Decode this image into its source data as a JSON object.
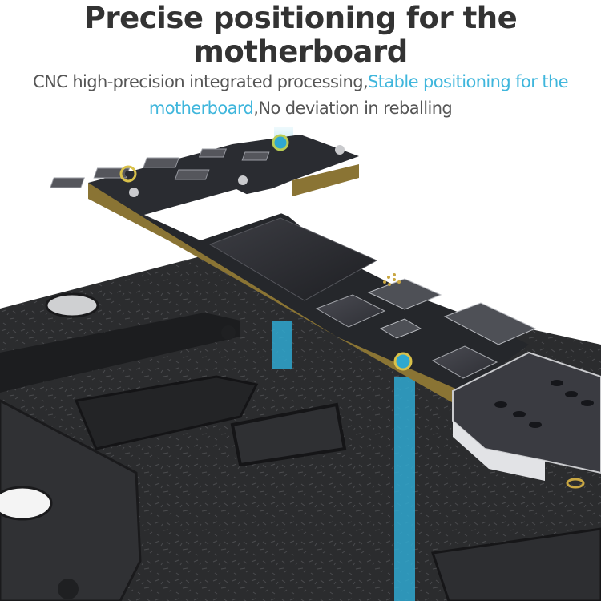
{
  "headline": {
    "title_line1": "Precise positioning for the",
    "title_line2": "motherboard",
    "subtitle_part1": "CNC high-precision integrated processing,",
    "subtitle_highlight": "Stable positioning for the motherboard",
    "subtitle_part2": ",No deviation in reballing"
  },
  "colors": {
    "title": "#333333",
    "subtitle": "#555555",
    "highlight": "#3fb6dc",
    "fixture": "#2b2c2e",
    "pcb": "#25272b",
    "gold_edge": "#8a7434",
    "beam": "#2fa8d0"
  }
}
